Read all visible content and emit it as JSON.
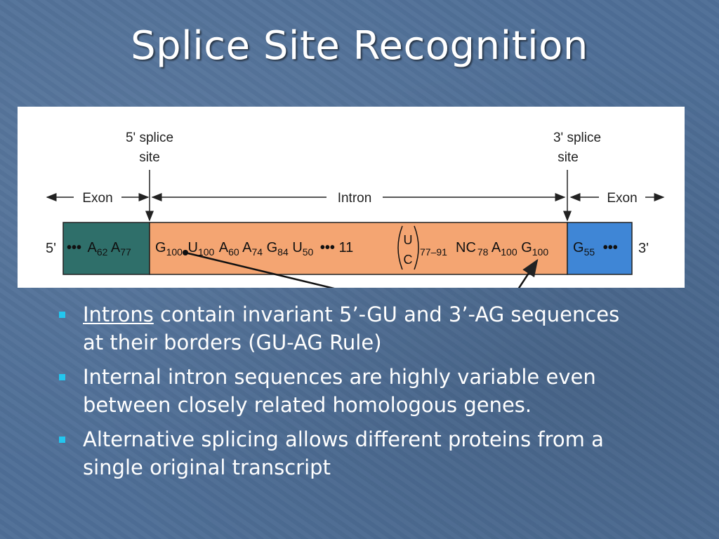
{
  "slide": {
    "title": "Splice Site Recognition"
  },
  "figure": {
    "five_prime_site_line1": "5' splice",
    "five_prime_site_line2": "site",
    "three_prime_site_line1": "3' splice",
    "three_prime_site_line2": "site",
    "exon_left": "Exon",
    "intron": "Intron",
    "exon_right": "Exon",
    "end5": "5'",
    "end3": "3'",
    "ellipsis": "•••",
    "colors": {
      "exon_left": "#2f6f6a",
      "intron": "#f4a572",
      "exon_right": "#3f86d6"
    },
    "sequence": [
      {
        "base": "A",
        "sub": "62"
      },
      {
        "base": "A",
        "sub": "77"
      },
      {
        "base": "G",
        "sub": "100"
      },
      {
        "base": "U",
        "sub": "100"
      },
      {
        "base": "A",
        "sub": "60"
      },
      {
        "base": "A",
        "sub": "74"
      },
      {
        "base": "G",
        "sub": "84"
      },
      {
        "base": "U",
        "sub": "50"
      },
      {
        "base": "11",
        "sub": ""
      },
      {
        "base": "U",
        "sub": ""
      },
      {
        "base": "C",
        "sub": ""
      },
      {
        "base": "",
        "sub": "77–91"
      },
      {
        "base": "NC",
        "sub": "78"
      },
      {
        "base": "A",
        "sub": "100"
      },
      {
        "base": "G",
        "sub": "100"
      },
      {
        "base": "G",
        "sub": "55"
      }
    ]
  },
  "bullets": [
    {
      "lead": "Introns",
      "text": " contain invariant 5’-GU and 3’-AG sequences at their borders (GU-AG Rule)"
    },
    {
      "lead": "",
      "text": "Internal intron sequences are highly variable even between closely related homologous genes."
    },
    {
      "lead": "",
      "text": "Alternative splicing allows different proteins from a single original transcript"
    }
  ]
}
